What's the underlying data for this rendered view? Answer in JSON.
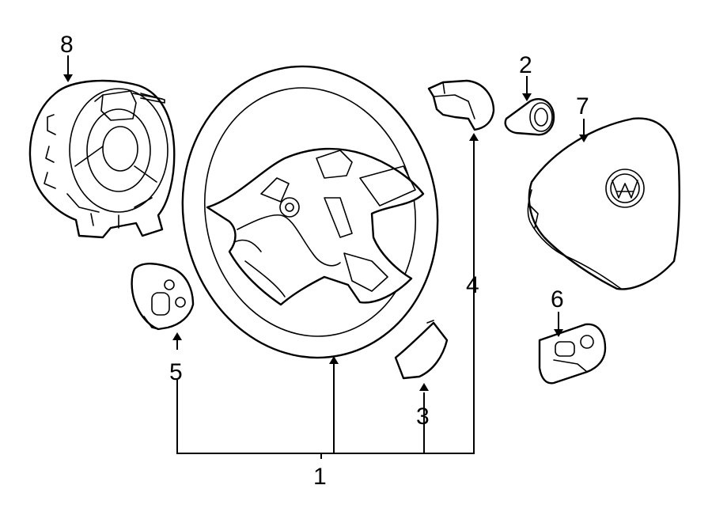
{
  "diagram": {
    "type": "exploded-parts-illustration",
    "background": "#ffffff",
    "line_color": "#000000",
    "callouts": [
      {
        "id": "1",
        "label": "1",
        "part": "steering-wheel"
      },
      {
        "id": "2",
        "label": "2",
        "part": "small-cap"
      },
      {
        "id": "3",
        "label": "3",
        "part": "lower-trim-cover"
      },
      {
        "id": "4",
        "label": "4",
        "part": "upper-trim-cover"
      },
      {
        "id": "5",
        "label": "5",
        "part": "left-switch"
      },
      {
        "id": "6",
        "label": "6",
        "part": "right-switch"
      },
      {
        "id": "7",
        "label": "7",
        "part": "airbag-module"
      },
      {
        "id": "8",
        "label": "8",
        "part": "clockspring"
      }
    ]
  }
}
